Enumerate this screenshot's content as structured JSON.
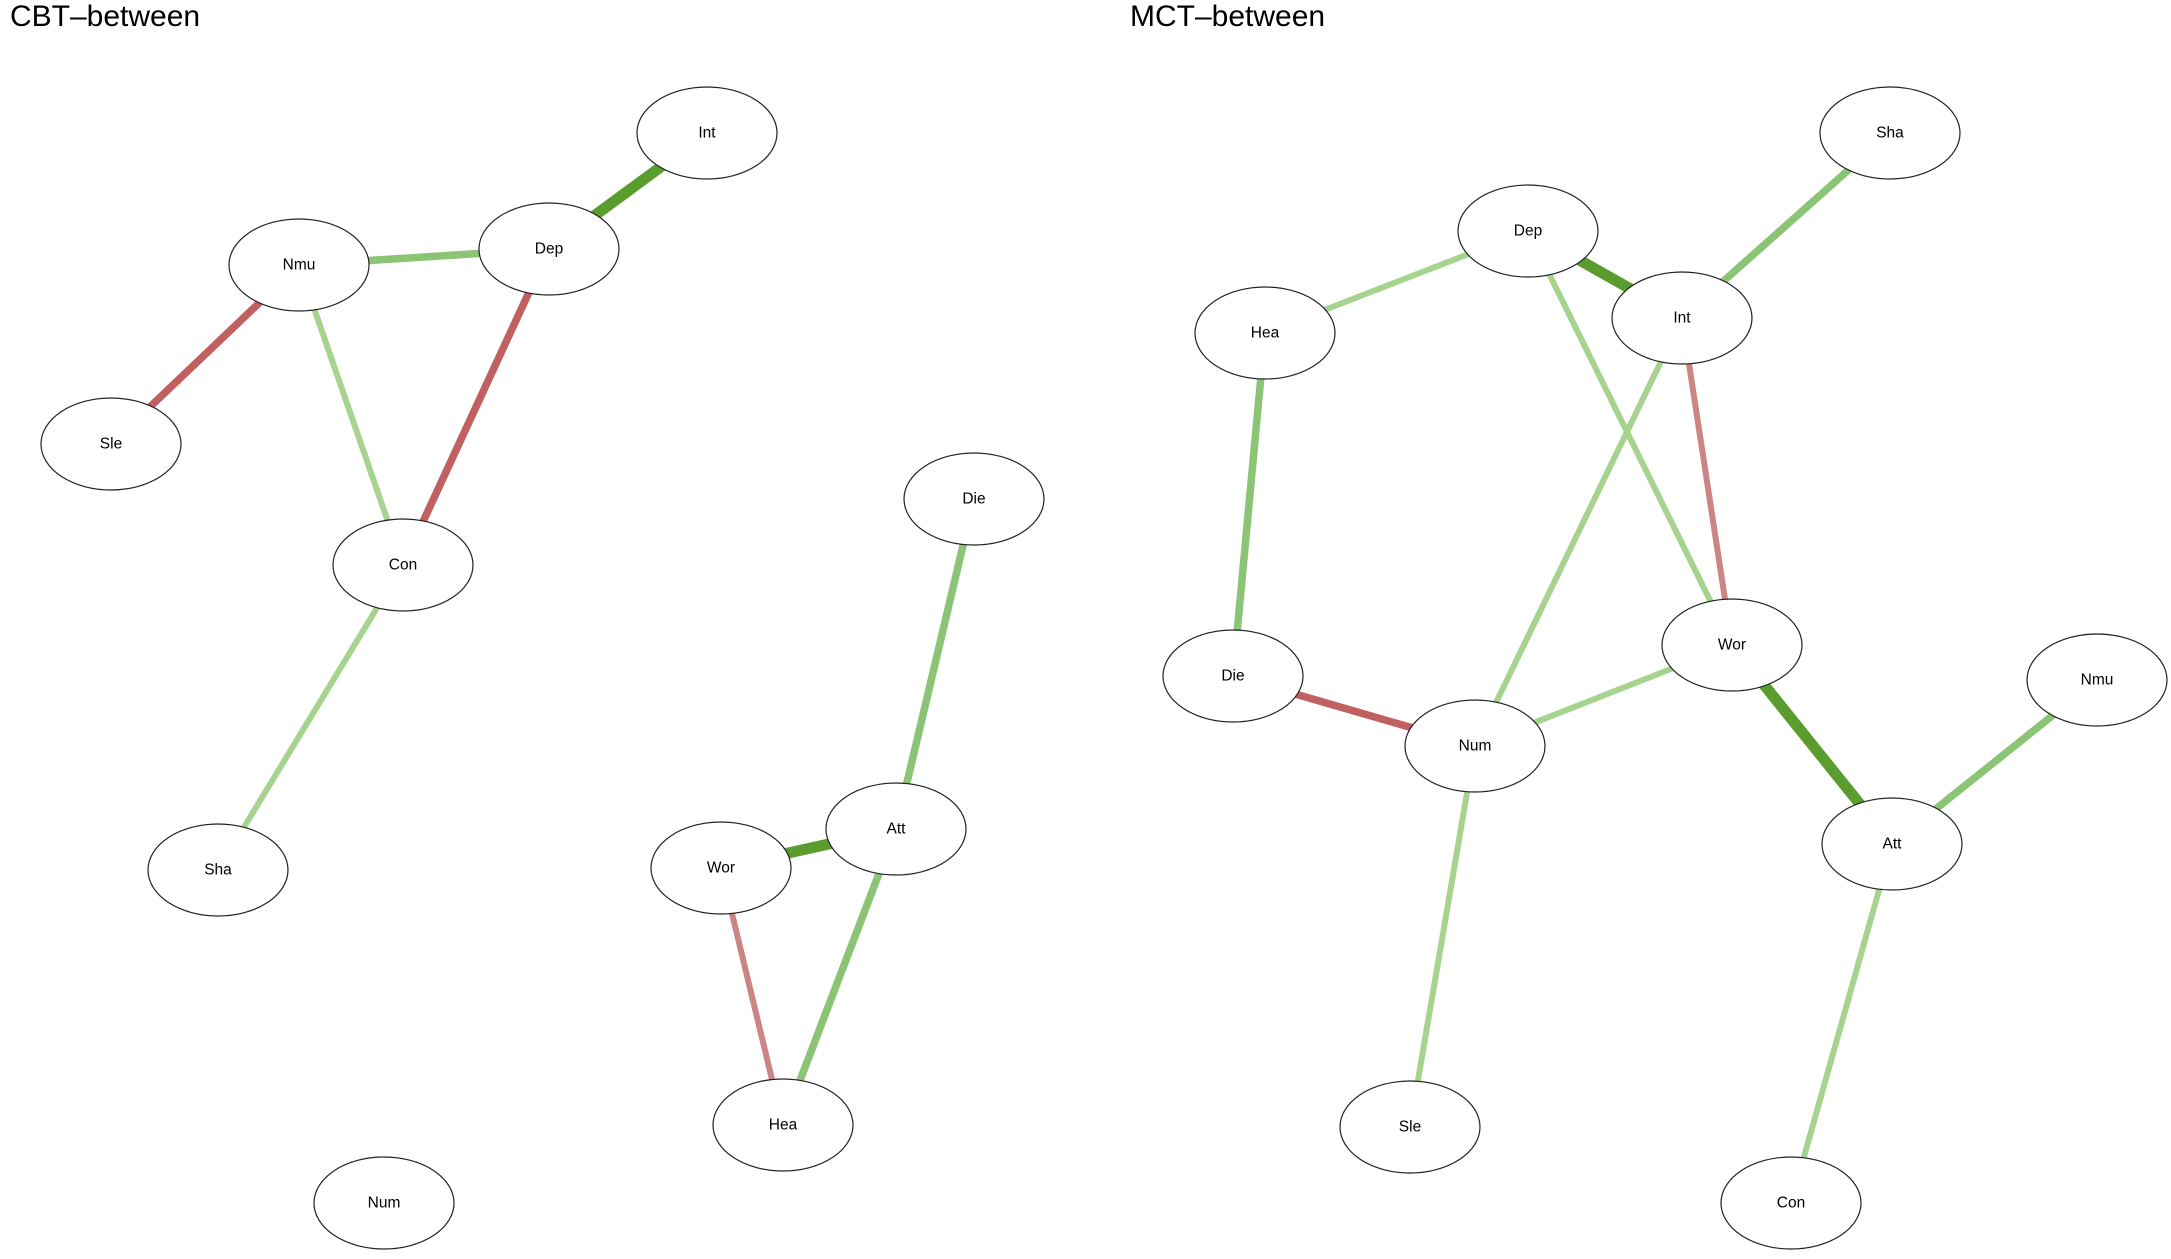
{
  "colors": {
    "strong_positive": "#5a9c2e",
    "medium_positive": "#8bc474",
    "weak_positive": "#a6d48f",
    "negative": "#c06060",
    "weak_negative": "#cc8585",
    "node_border": "#222222"
  },
  "networks": [
    {
      "title": "CBT–between",
      "nodes": [
        "Int",
        "Nmu",
        "Dep",
        "Sle",
        "Con",
        "Die",
        "Sha",
        "Att",
        "Wor",
        "Hea",
        "Num"
      ],
      "edges": [
        {
          "from": "Dep",
          "to": "Int",
          "sign": "positive",
          "strength": "strong"
        },
        {
          "from": "Nmu",
          "to": "Dep",
          "sign": "positive",
          "strength": "medium"
        },
        {
          "from": "Nmu",
          "to": "Sle",
          "sign": "negative",
          "strength": "medium"
        },
        {
          "from": "Nmu",
          "to": "Con",
          "sign": "positive",
          "strength": "weak"
        },
        {
          "from": "Dep",
          "to": "Con",
          "sign": "negative",
          "strength": "medium"
        },
        {
          "from": "Con",
          "to": "Sha",
          "sign": "positive",
          "strength": "weak"
        },
        {
          "from": "Die",
          "to": "Att",
          "sign": "positive",
          "strength": "medium"
        },
        {
          "from": "Wor",
          "to": "Att",
          "sign": "positive",
          "strength": "strong"
        },
        {
          "from": "Wor",
          "to": "Hea",
          "sign": "negative",
          "strength": "weak"
        },
        {
          "from": "Att",
          "to": "Hea",
          "sign": "positive",
          "strength": "medium"
        }
      ]
    },
    {
      "title": "MCT–between",
      "nodes": [
        "Sha",
        "Dep",
        "Int",
        "Hea",
        "Die",
        "Wor",
        "Num",
        "Nmu",
        "Att",
        "Sle",
        "Con"
      ],
      "edges": [
        {
          "from": "Dep",
          "to": "Int",
          "sign": "positive",
          "strength": "strong"
        },
        {
          "from": "Int",
          "to": "Sha",
          "sign": "positive",
          "strength": "medium"
        },
        {
          "from": "Dep",
          "to": "Hea",
          "sign": "positive",
          "strength": "weak"
        },
        {
          "from": "Dep",
          "to": "Wor",
          "sign": "positive",
          "strength": "weak"
        },
        {
          "from": "Int",
          "to": "Num",
          "sign": "positive",
          "strength": "weak"
        },
        {
          "from": "Int",
          "to": "Wor",
          "sign": "negative",
          "strength": "weak"
        },
        {
          "from": "Hea",
          "to": "Die",
          "sign": "positive",
          "strength": "medium"
        },
        {
          "from": "Die",
          "to": "Num",
          "sign": "negative",
          "strength": "medium"
        },
        {
          "from": "Num",
          "to": "Wor",
          "sign": "positive",
          "strength": "weak"
        },
        {
          "from": "Wor",
          "to": "Att",
          "sign": "positive",
          "strength": "strong"
        },
        {
          "from": "Att",
          "to": "Nmu",
          "sign": "positive",
          "strength": "medium"
        },
        {
          "from": "Num",
          "to": "Sle",
          "sign": "positive",
          "strength": "weak"
        },
        {
          "from": "Att",
          "to": "Con",
          "sign": "positive",
          "strength": "weak"
        }
      ]
    }
  ]
}
